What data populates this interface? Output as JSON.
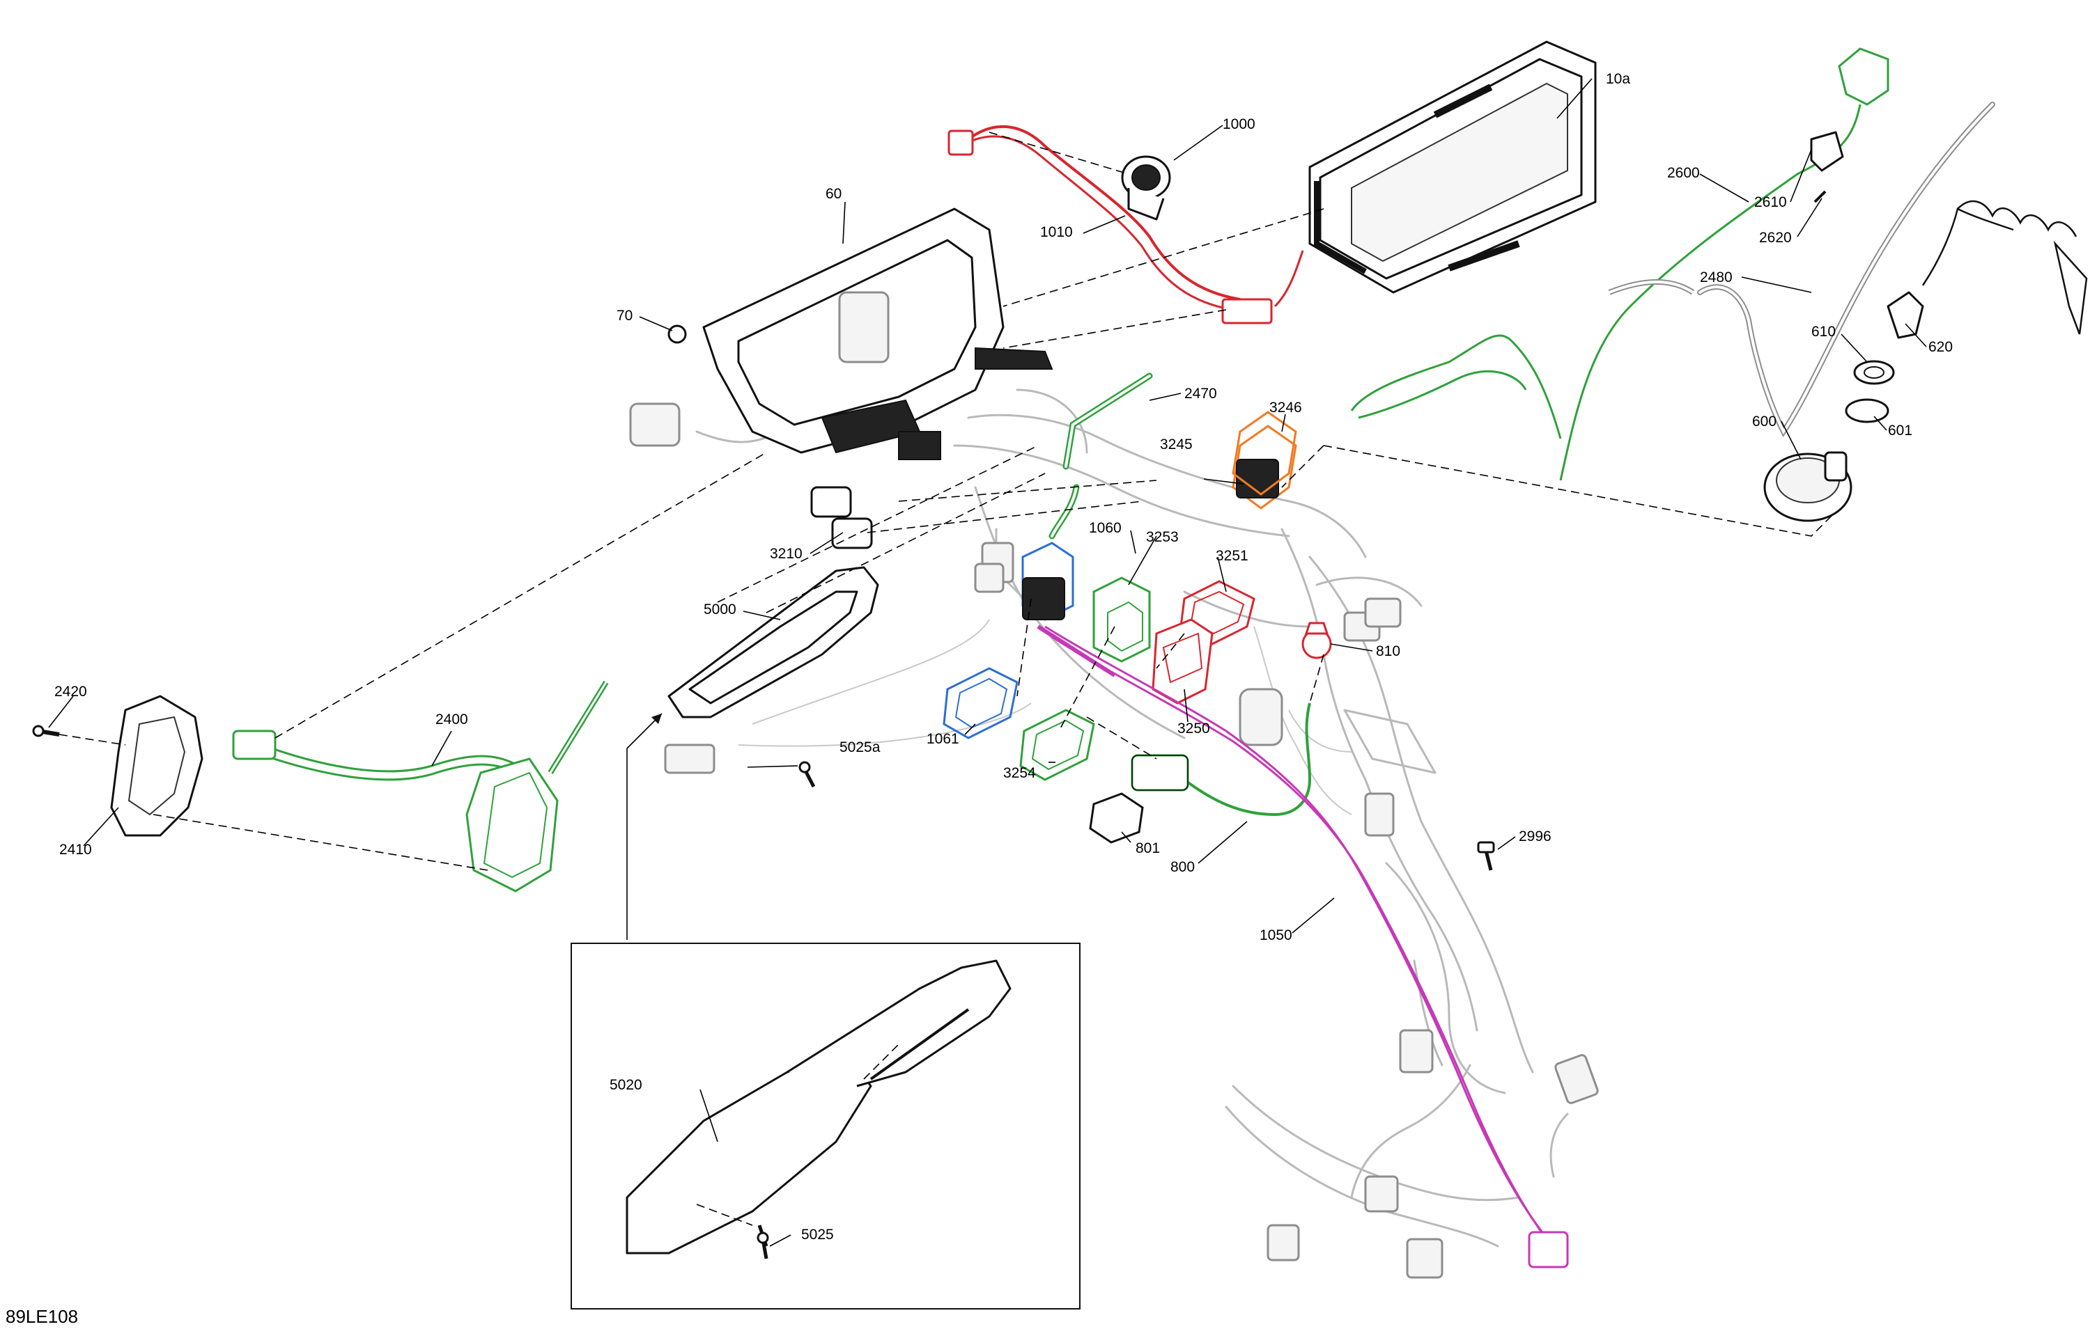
{
  "diagram": {
    "code": "89LE108",
    "colors": {
      "red": "#d7262e",
      "green": "#2fa13b",
      "blue": "#2b6fd3",
      "orange": "#f07b22",
      "magenta": "#c539b7",
      "black": "#111111",
      "gray": "#b9b9b9"
    },
    "labels": [
      {
        "id": "10a",
        "text": "10a"
      },
      {
        "id": "1000",
        "text": "1000"
      },
      {
        "id": "60",
        "text": "60"
      },
      {
        "id": "1010",
        "text": "1010"
      },
      {
        "id": "70",
        "text": "70"
      },
      {
        "id": "2470",
        "text": "2470"
      },
      {
        "id": "3246",
        "text": "3246"
      },
      {
        "id": "3245",
        "text": "3245"
      },
      {
        "id": "2600",
        "text": "2600"
      },
      {
        "id": "2610",
        "text": "2610"
      },
      {
        "id": "2620",
        "text": "2620"
      },
      {
        "id": "2480",
        "text": "2480"
      },
      {
        "id": "610",
        "text": "610"
      },
      {
        "id": "620",
        "text": "620"
      },
      {
        "id": "600",
        "text": "600"
      },
      {
        "id": "601",
        "text": "601"
      },
      {
        "id": "3210",
        "text": "3210"
      },
      {
        "id": "1060",
        "text": "1060"
      },
      {
        "id": "3253",
        "text": "3253"
      },
      {
        "id": "3251",
        "text": "3251"
      },
      {
        "id": "810",
        "text": "810"
      },
      {
        "id": "5000",
        "text": "5000"
      },
      {
        "id": "2420",
        "text": "2420"
      },
      {
        "id": "2400",
        "text": "2400"
      },
      {
        "id": "2410",
        "text": "2410"
      },
      {
        "id": "1061",
        "text": "1061"
      },
      {
        "id": "5025a",
        "text": "5025a"
      },
      {
        "id": "3254",
        "text": "3254"
      },
      {
        "id": "3250",
        "text": "3250"
      },
      {
        "id": "801",
        "text": "801"
      },
      {
        "id": "800",
        "text": "800"
      },
      {
        "id": "2996",
        "text": "2996"
      },
      {
        "id": "1050",
        "text": "1050"
      },
      {
        "id": "5020",
        "text": "5020"
      },
      {
        "id": "5025",
        "text": "5025"
      }
    ]
  }
}
